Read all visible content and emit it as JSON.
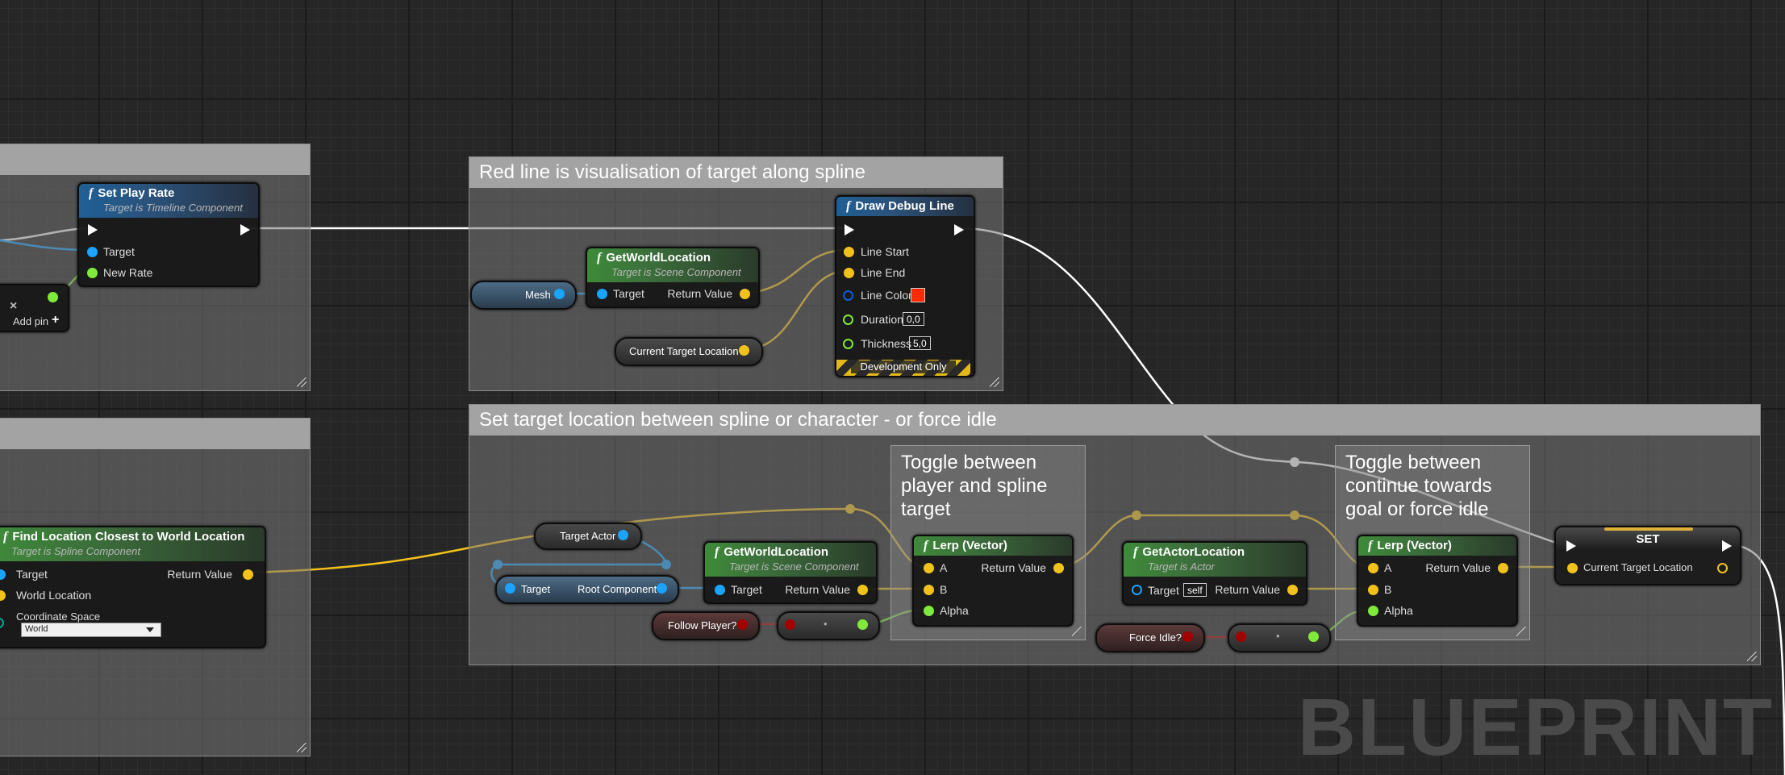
{
  "comments": {
    "top_left": {
      "title": ""
    },
    "bottom_left": {
      "title": ""
    },
    "debug": {
      "title": "Red line is visualisation of target along spline"
    },
    "target": {
      "title": "Set target location between spline or character - or force idle"
    },
    "toggle_player": {
      "title": "Toggle between player and spline target"
    },
    "toggle_goal": {
      "title": "Toggle between continue towards goal or force idle"
    }
  },
  "nodes": {
    "set_play_rate": {
      "title": "Set Play Rate",
      "subtitle": "Target is Timeline Component",
      "pins": [
        "Target",
        "New Rate"
      ]
    },
    "add_pin": {
      "label": "Add pin",
      "remove_glyph": "×",
      "add_glyph": "+"
    },
    "find_location": {
      "title": "Find Location Closest to World Location",
      "subtitle": "Target is Spline Component",
      "pins": [
        "Target",
        "World Location",
        "Coordinate Space"
      ],
      "return": "Return Value",
      "dropdown_value": "World"
    },
    "get_world_location_1": {
      "title": "GetWorldLocation",
      "subtitle": "Target is Scene Component",
      "target": "Target",
      "return": "Return Value"
    },
    "draw_debug_line": {
      "title": "Draw Debug Line",
      "pins": [
        "Line Start",
        "Line End",
        "Line Color",
        "Duration",
        "Thickness"
      ],
      "duration": "0,0",
      "thickness": "5,0",
      "footer": "Development Only"
    },
    "get_world_location_2": {
      "title": "GetWorldLocation",
      "subtitle": "Target is Scene Component",
      "target": "Target",
      "return": "Return Value"
    },
    "lerp_1": {
      "title": "Lerp (Vector)",
      "pins": [
        "A",
        "B",
        "Alpha"
      ],
      "return": "Return Value"
    },
    "get_actor_location": {
      "title": "GetActorLocation",
      "subtitle": "Target is Actor",
      "target": "Target",
      "self_value": "self",
      "return": "Return Value"
    },
    "lerp_2": {
      "title": "Lerp (Vector)",
      "pins": [
        "A",
        "B",
        "Alpha"
      ],
      "return": "Return Value"
    },
    "set": {
      "title": "SET",
      "pin": "Current Target Location"
    },
    "get_root_component": {
      "target": "Target",
      "return": "Root Component"
    }
  },
  "variables": {
    "mesh": "Mesh",
    "current_target_location": "Current Target Location",
    "target_actor": "Target Actor",
    "follow_player": "Follow Player?",
    "force_idle": "Force Idle?",
    "convert_glyph": "•"
  },
  "colors": {
    "line_color": "#ff2a00",
    "vector": "#f2c21c",
    "object": "#1aa3ff",
    "float": "#7fea3b",
    "bool": "#a50000",
    "struct": "#0d5dd8",
    "exec": "#ffffff"
  },
  "watermark": "BLUEPRINT"
}
